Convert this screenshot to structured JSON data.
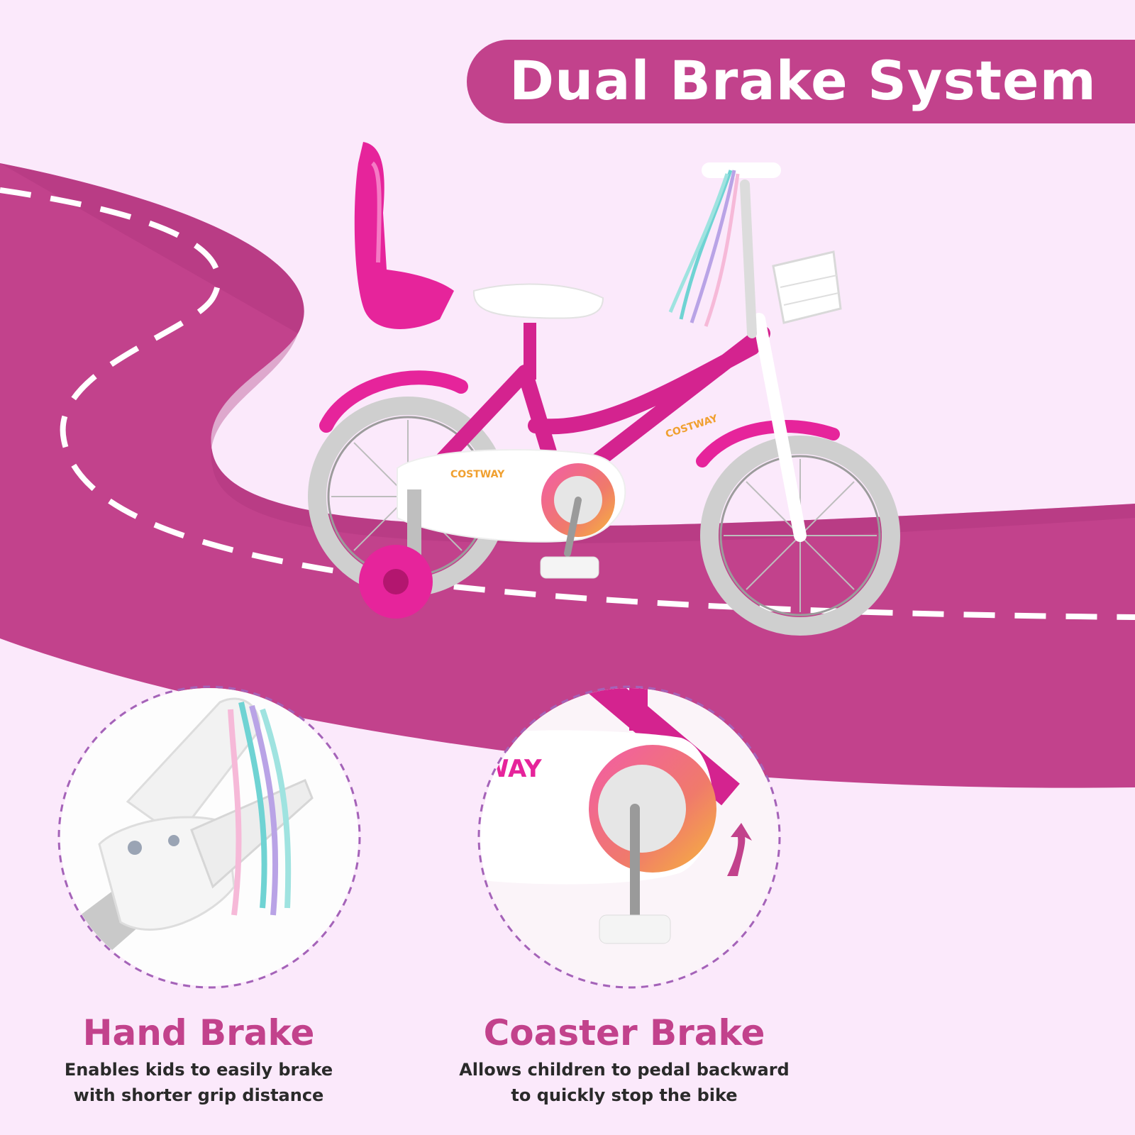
{
  "header": {
    "title": "Dual Brake System"
  },
  "features": [
    {
      "title": "Hand Brake",
      "description": "Enables kids to easily brake\nwith shorter grip distance"
    },
    {
      "title": "Coaster Brake",
      "description": "Allows children to pedal backward\nto quickly stop the bike"
    }
  ],
  "bike": {
    "brand_text": "COSTWAY",
    "chain_guard_text": "COSTWAY",
    "closeup_partial_text": "WAY"
  },
  "colors": {
    "background": "#fbe9fb",
    "road": "#c2428c",
    "frame": "#d4238f",
    "accent_pink": "#e6249b",
    "circle_border": "#a463b8",
    "text_dark": "#2a2a2a"
  }
}
